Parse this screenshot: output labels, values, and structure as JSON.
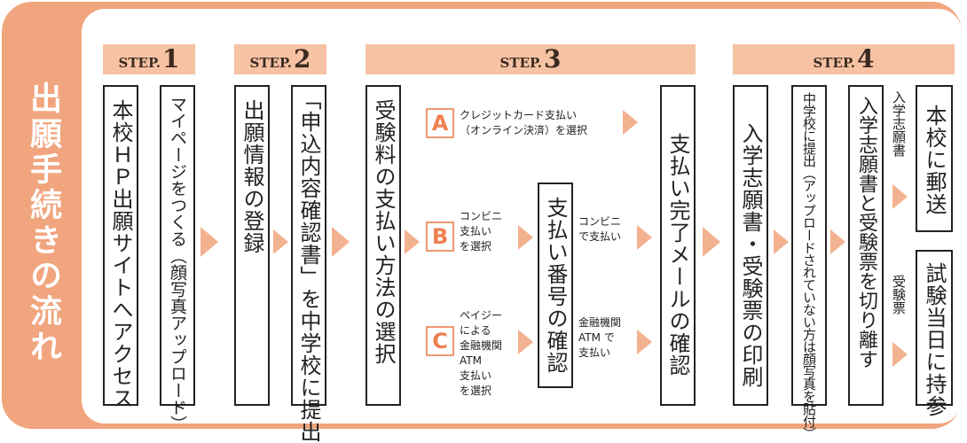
{
  "side_title": "出願手続きの流れ",
  "steps": [
    {
      "word": "STEP.",
      "num": "1"
    },
    {
      "word": "STEP.",
      "num": "2"
    },
    {
      "word": "STEP.",
      "num": "3"
    },
    {
      "word": "STEP.",
      "num": "4"
    }
  ],
  "boxes": {
    "access": "本校ＨＰ出願サイトへアクセス",
    "mypage": "マイページをつくる（顔写真アップロード）",
    "register": "出願情報の登録",
    "submit": "「申込内容確認書」を中学校に提出",
    "fee": "受験料の支払い方法の選択",
    "payment_number": "支払い番号の確認",
    "complete_mail": "支払い完了メールの確認",
    "print": "入学志願書・受験票の印刷",
    "photo_note": "中学校に提出（アップロードされていない方は顔写真を貼付）",
    "cut": "入学志願書と受験票を切り離す",
    "mail": "本校に郵送",
    "exam_day": "試験当日に持参"
  },
  "labels": {
    "application_form": "入学志願書",
    "exam_ticket": "受験票"
  },
  "options": {
    "a_letter": "A",
    "a_line1": "クレジットカード支払い",
    "a_line2": "（オンライン決済）を選択",
    "b_letter": "B",
    "b_line1": "コンビニ",
    "b_line2": "支払い",
    "b_line3": "を選択",
    "c_letter": "C",
    "c_line1": "ペイジー",
    "c_line2": "による",
    "c_line3": "金融機関",
    "c_line4": "ATM",
    "c_line5": "支払い",
    "c_line6": "を選択"
  },
  "pay_notes": {
    "conv_line1": "コンビニ",
    "conv_line2": "で支払い",
    "bank_line1": "金融機関",
    "bank_line2": "ATM で",
    "bank_line3": "支払い"
  },
  "colors": {
    "frame": "#f1a57e",
    "step_band": "#f6c2a3",
    "arrow": "#f3b28f",
    "letter": "#ee8050"
  }
}
